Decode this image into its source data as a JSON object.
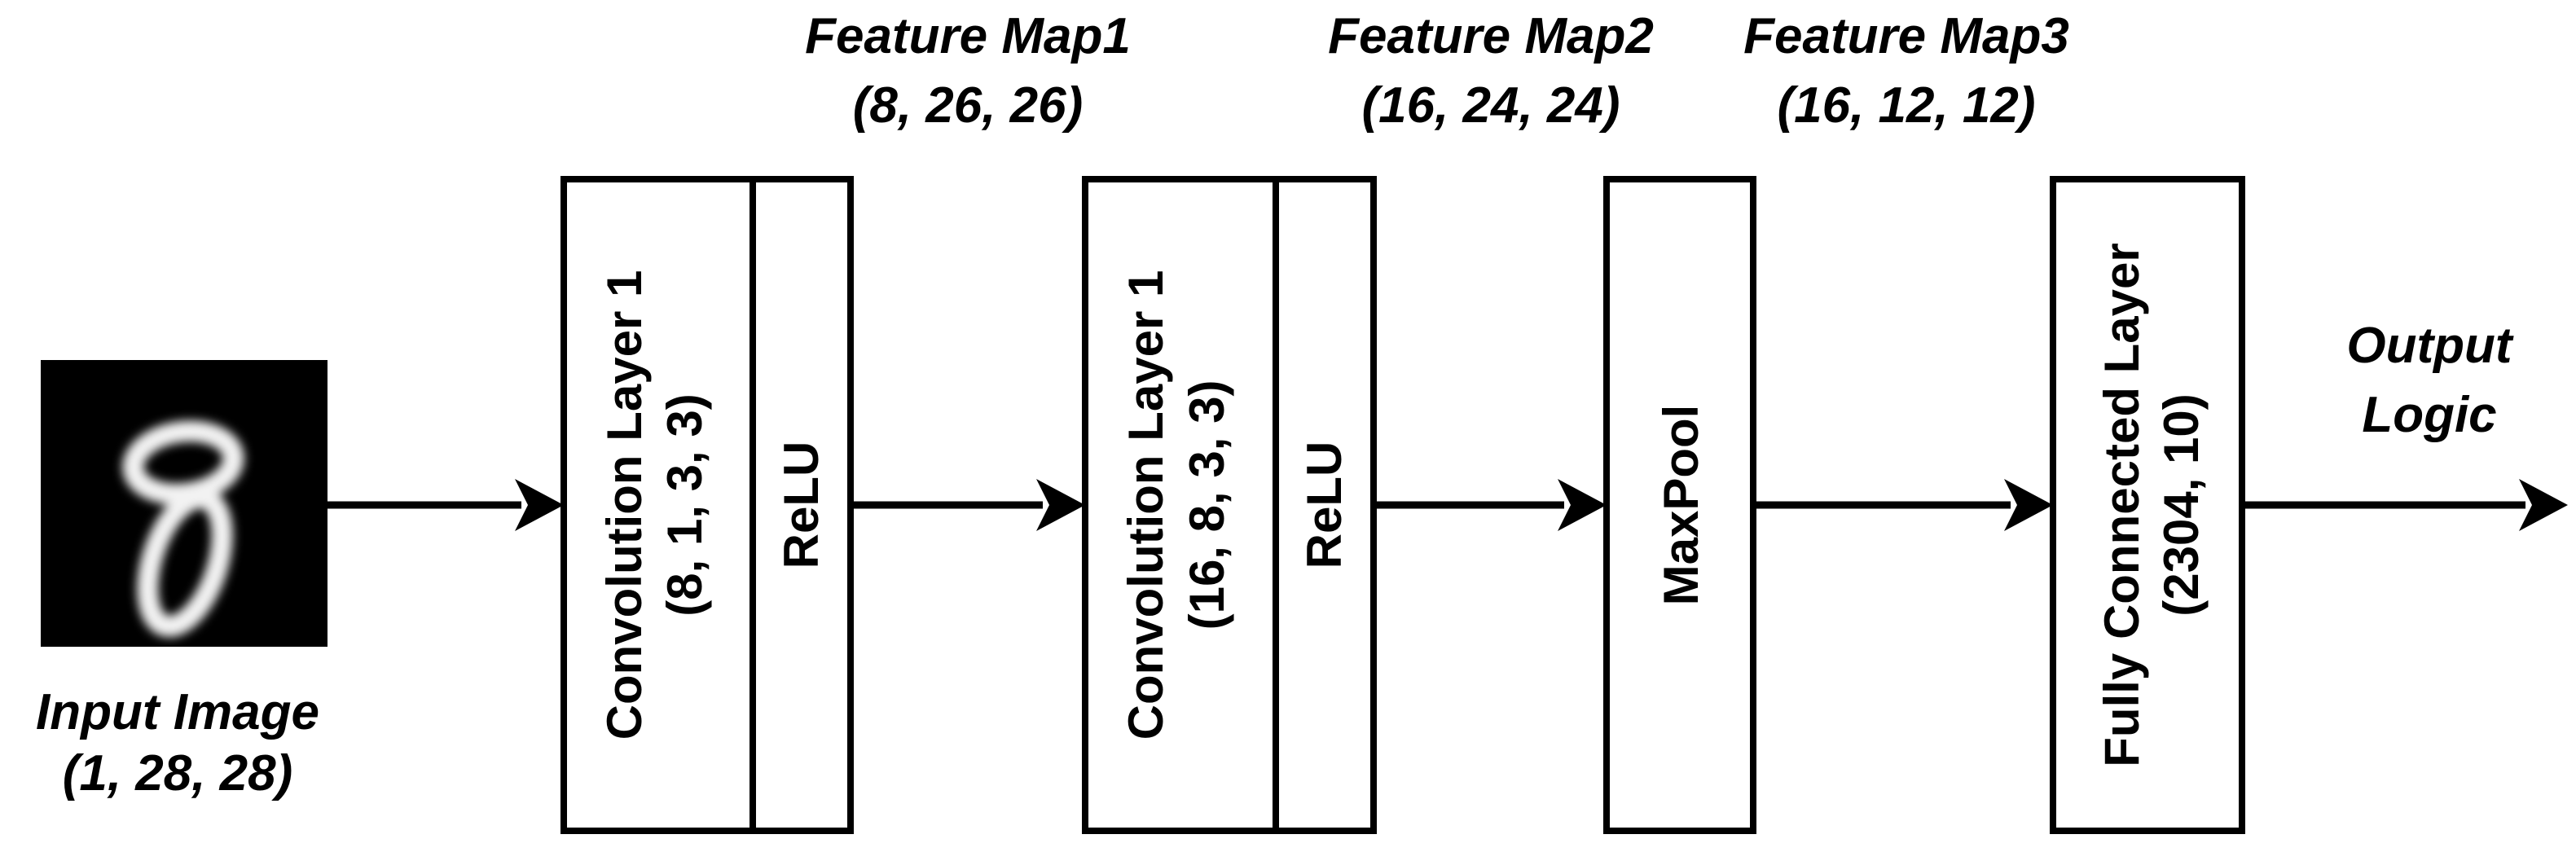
{
  "input": {
    "label_line1": "Input Image",
    "label_line2": "(1, 28, 28)",
    "digit_depicted": "8"
  },
  "feature_maps": [
    {
      "name": "Feature Map1",
      "shape": "(8, 26, 26)"
    },
    {
      "name": "Feature Map2",
      "shape": "(16, 24, 24)"
    },
    {
      "name": "Feature Map3",
      "shape": "(16, 12, 12)"
    }
  ],
  "blocks": {
    "conv1": {
      "line1": "Convolution Layer 1",
      "line2": "(8, 1, 3, 3)",
      "activation": "ReLU"
    },
    "conv2": {
      "line1": "Convolution Layer 1",
      "line2": "(16, 8, 3, 3)",
      "activation": "ReLU"
    },
    "pool": {
      "label": "MaxPool"
    },
    "fc": {
      "line1": "Fully Connected Layer",
      "line2": "(2304, 10)"
    }
  },
  "output": {
    "line1": "Output",
    "line2": "Logic"
  },
  "colors": {
    "stroke": "#000000",
    "background": "#ffffff",
    "image_bg": "#000000",
    "digit": "#f2f2f2"
  }
}
